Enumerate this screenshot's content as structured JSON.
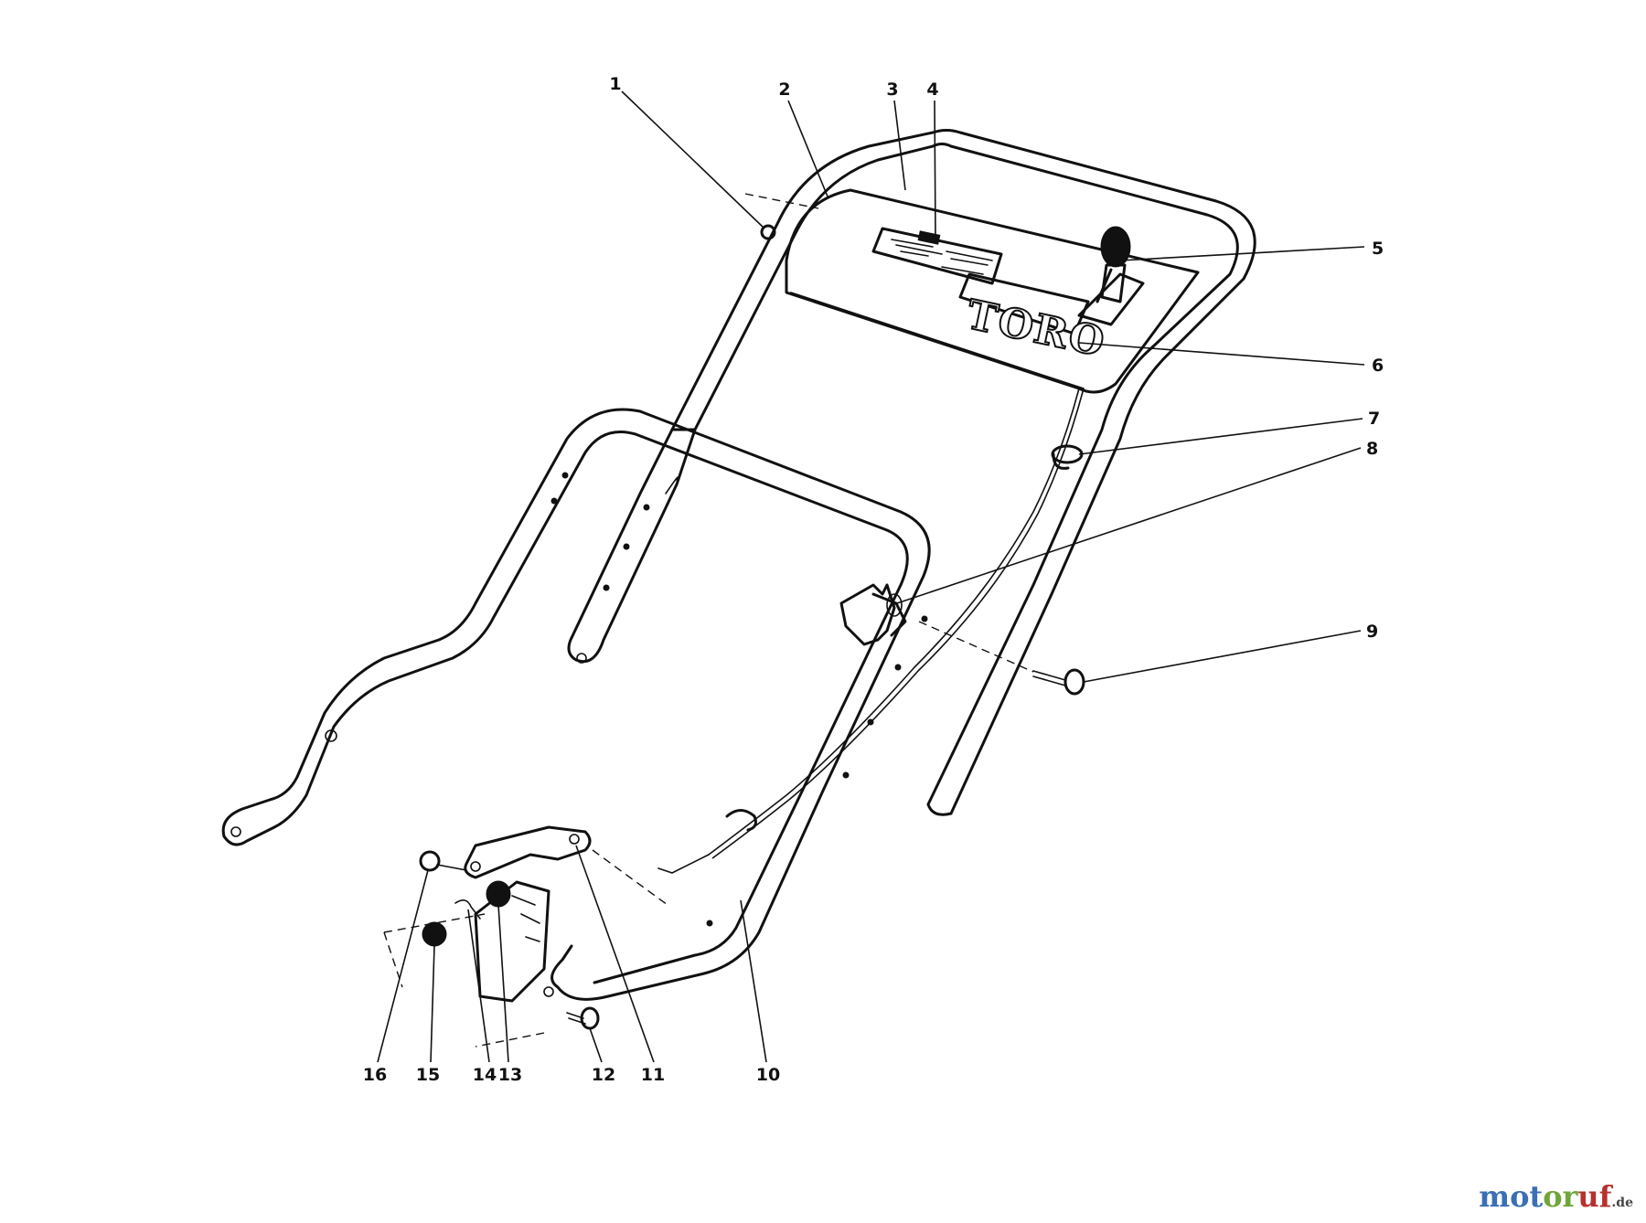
{
  "diagram": {
    "decal_text": "TORO",
    "callouts": [
      {
        "id": "1",
        "label": "1"
      },
      {
        "id": "2",
        "label": "2"
      },
      {
        "id": "3",
        "label": "3"
      },
      {
        "id": "4",
        "label": "4"
      },
      {
        "id": "5",
        "label": "5"
      },
      {
        "id": "6",
        "label": "6"
      },
      {
        "id": "7",
        "label": "7"
      },
      {
        "id": "8",
        "label": "8"
      },
      {
        "id": "9",
        "label": "9"
      },
      {
        "id": "10",
        "label": "10"
      },
      {
        "id": "11",
        "label": "11"
      },
      {
        "id": "12",
        "label": "12"
      },
      {
        "id": "13",
        "label": "13"
      },
      {
        "id": "14",
        "label": "14"
      },
      {
        "id": "15",
        "label": "15"
      },
      {
        "id": "16",
        "label": "16"
      }
    ]
  },
  "watermark": {
    "part1": "mot",
    "part2": "or",
    "part3": "uf",
    "tld": ".de"
  }
}
